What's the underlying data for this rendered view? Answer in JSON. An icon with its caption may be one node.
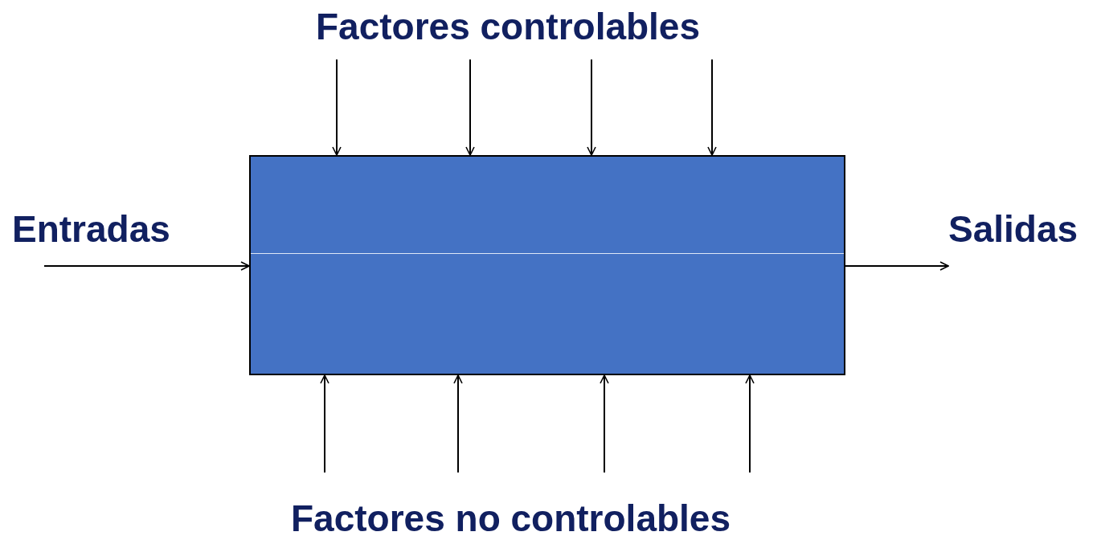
{
  "diagram": {
    "nodes": [
      {
        "text": [
          "Factores controlables"
        ]
      },
      {
        "text": [
          "Entradas"
        ]
      },
      {
        "text": [],
        "shape": "box"
      },
      {
        "text": [
          "Salidas"
        ]
      },
      {
        "text": [
          "Factores no controlables"
        ]
      }
    ],
    "edges": [
      {
        "from": 0,
        "to": 2,
        "arrow": "to"
      },
      {
        "from": 0,
        "to": 2,
        "arrow": "to"
      },
      {
        "from": 0,
        "to": 2,
        "arrow": "to"
      },
      {
        "from": 0,
        "to": 2,
        "arrow": "to"
      },
      {
        "from": 1,
        "to": 2,
        "arrow": "to"
      },
      {
        "from": 2,
        "to": 3,
        "arrow": "to"
      },
      {
        "from": 4,
        "to": 2,
        "arrow": "to"
      },
      {
        "from": 4,
        "to": 2,
        "arrow": "to"
      },
      {
        "from": 4,
        "to": 2,
        "arrow": "to"
      },
      {
        "from": 4,
        "to": 2,
        "arrow": "to"
      }
    ]
  }
}
